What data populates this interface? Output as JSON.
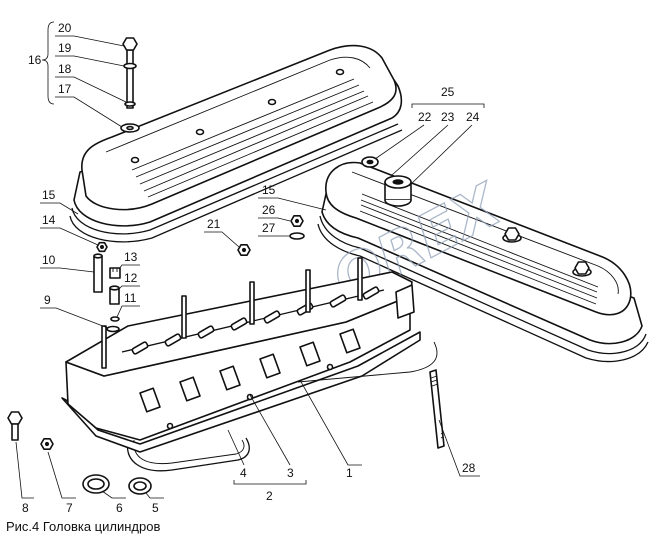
{
  "figure": {
    "caption": "Рис.4 Головка цилиндров",
    "watermark": "OREX",
    "callouts": [
      "20",
      "19",
      "18",
      "17",
      "16",
      "15",
      "14",
      "10",
      "13",
      "12",
      "11",
      "9",
      "8",
      "7",
      "6",
      "5",
      "4",
      "3",
      "2",
      "1",
      "28",
      "25",
      "22",
      "23",
      "24",
      "15",
      "26",
      "27",
      "21"
    ]
  },
  "colors": {
    "ink": "#111111",
    "watermark": "#8fa0b8",
    "background": "#ffffff"
  }
}
